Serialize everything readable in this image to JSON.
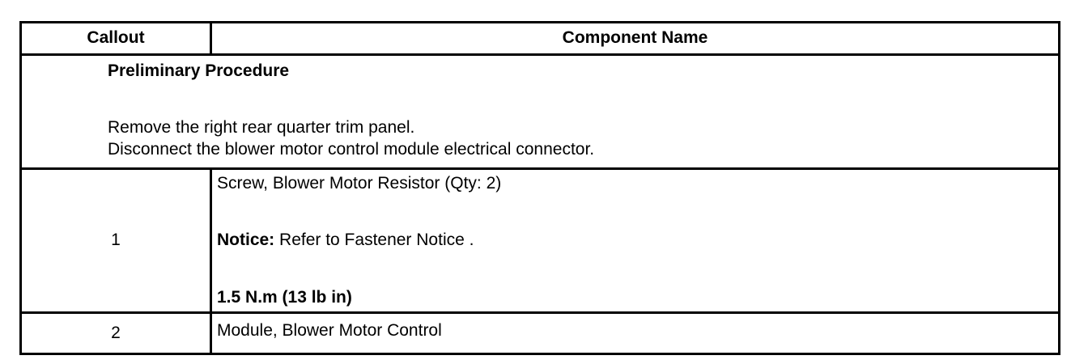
{
  "table": {
    "headers": [
      "Callout",
      "Component Name"
    ],
    "preliminary": {
      "title": "Preliminary Procedure",
      "steps": [
        "Remove the right rear quarter trim panel.",
        "Disconnect the blower motor control module electrical connector."
      ]
    },
    "rows": [
      {
        "callout": "1",
        "name": "Screw, Blower Motor Resistor (Qty: 2)",
        "notice_label": "Notice:",
        "notice_text": " Refer to Fastener Notice .",
        "torque": "1.5 N.m (13 lb in)"
      },
      {
        "callout": "2",
        "name": "Module, Blower Motor Control"
      }
    ]
  }
}
